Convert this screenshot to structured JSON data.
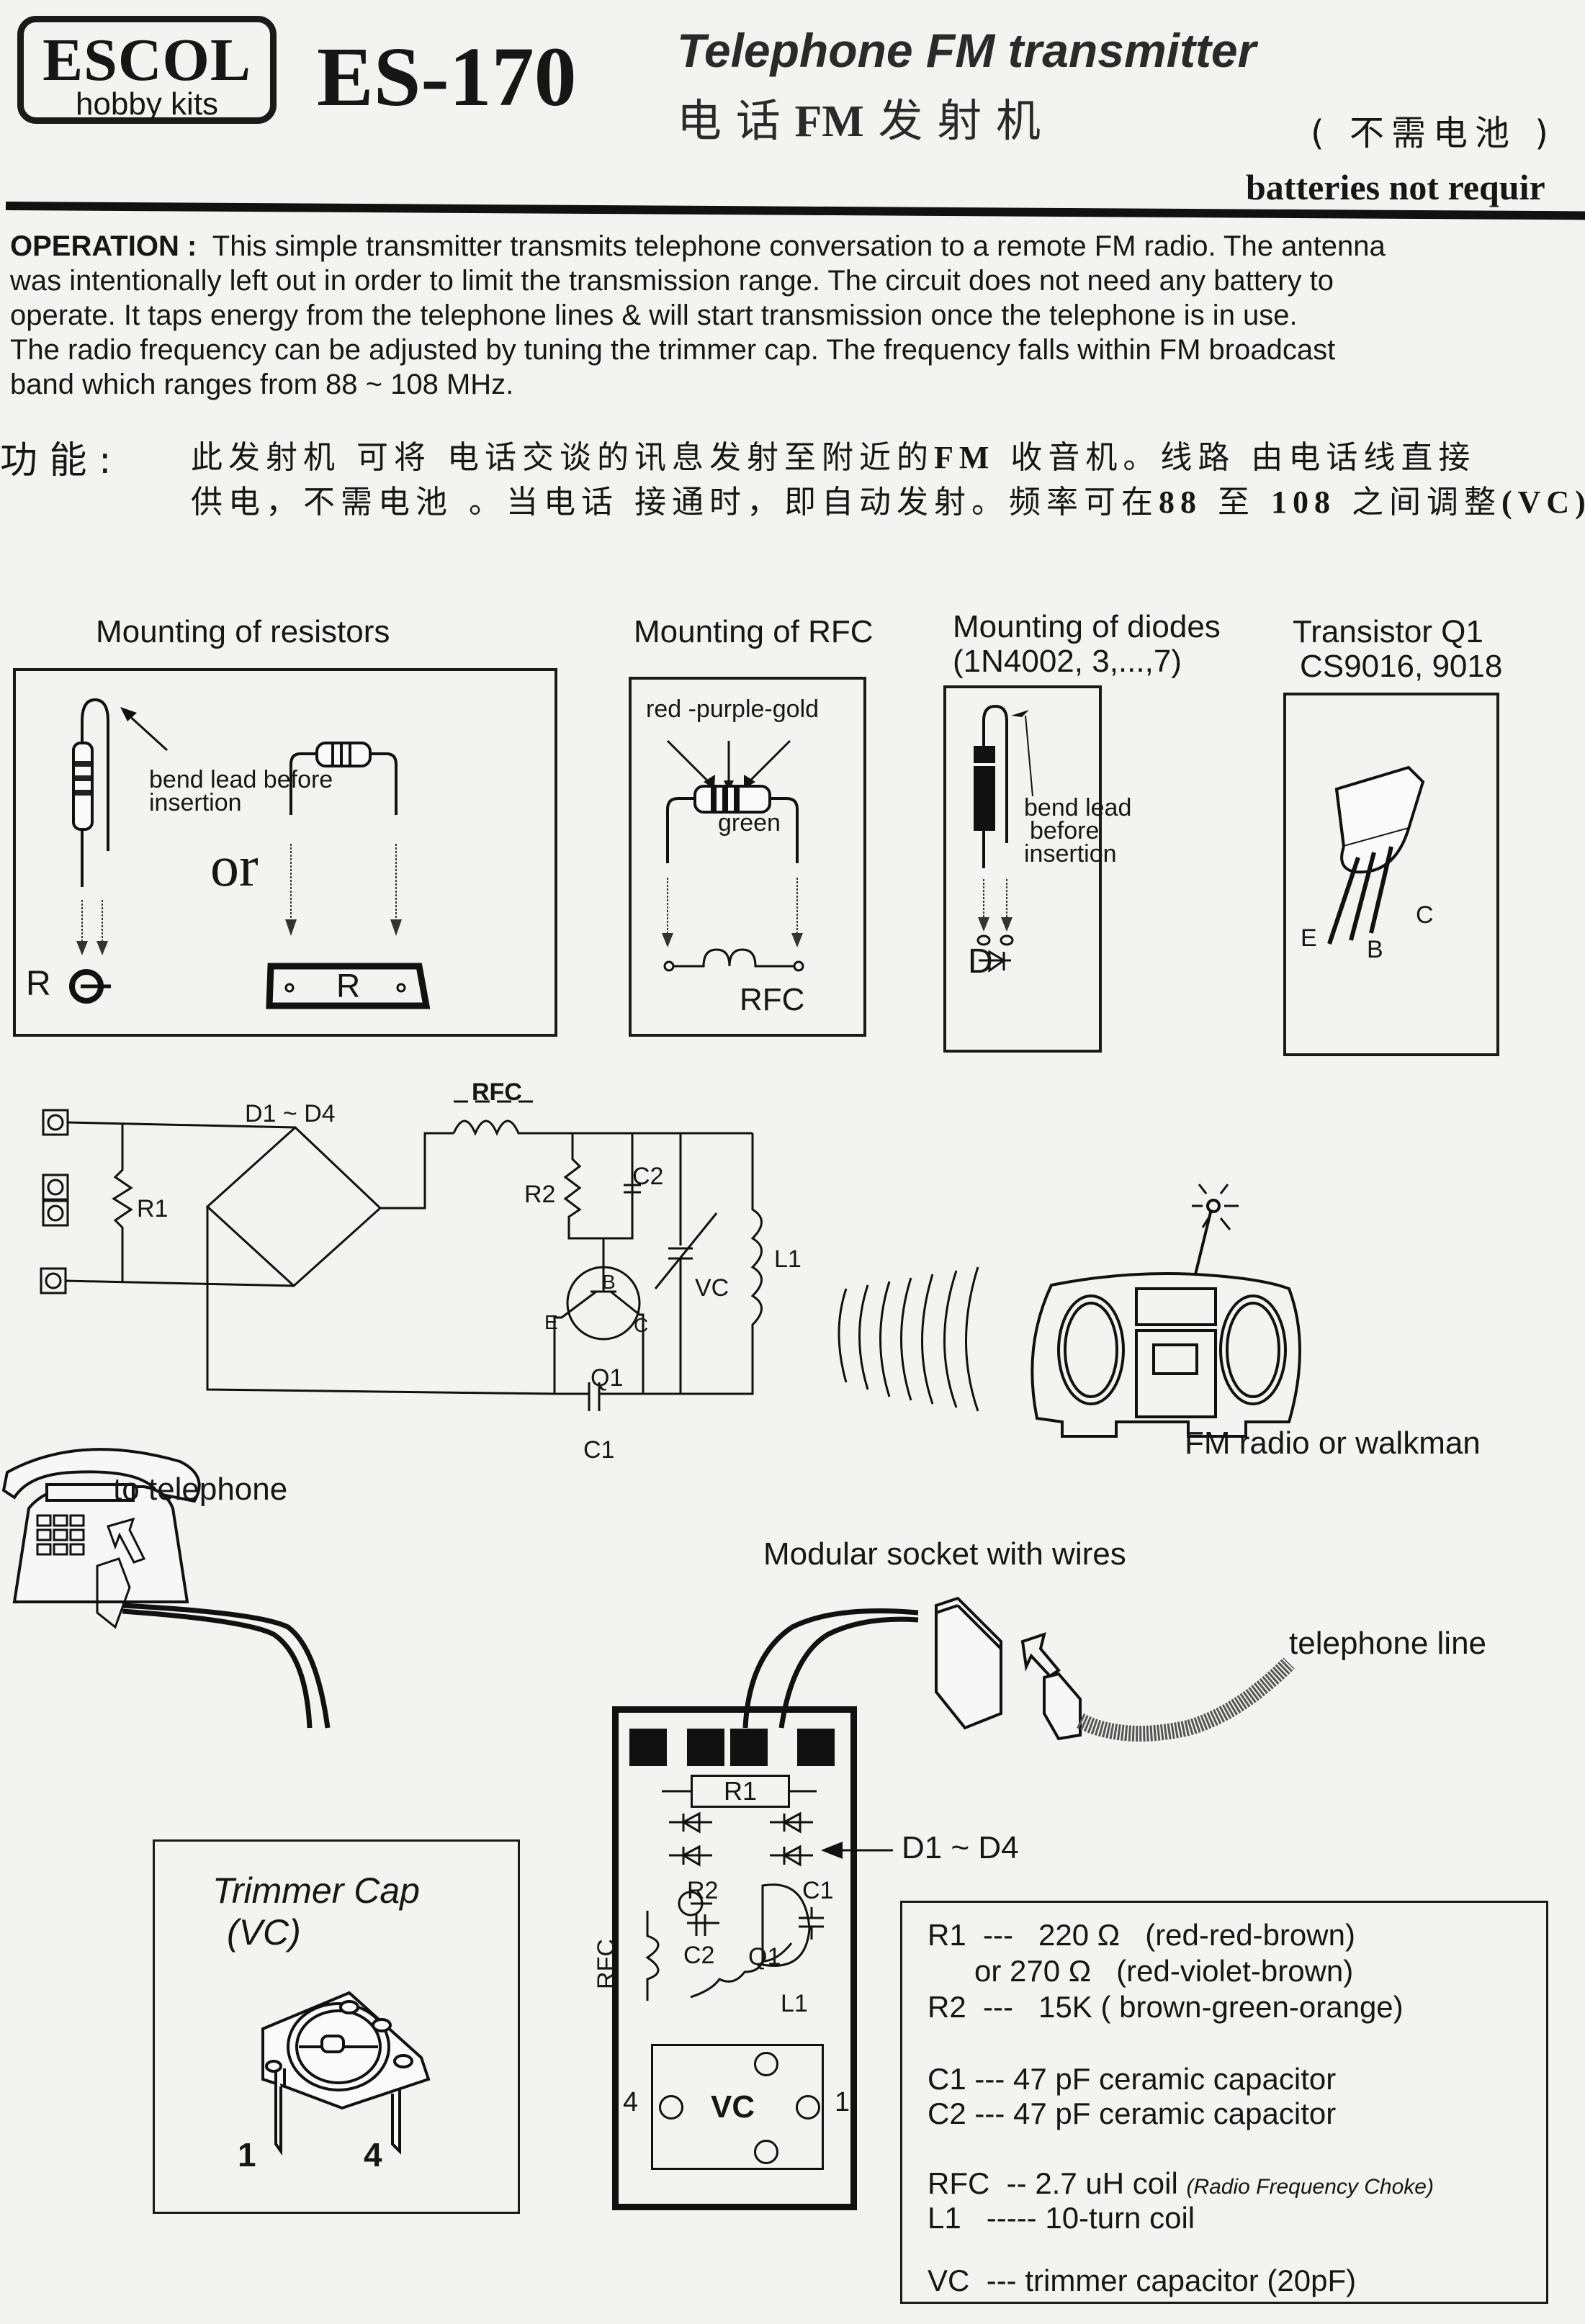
{
  "header": {
    "brand": "ESCOL",
    "brand_sub": "hobby kits",
    "model": "ES-170",
    "title_en": "Telephone FM transmitter",
    "title_cn_prefix": "电 话",
    "title_cn_fm": "FM",
    "title_cn_suffix": "发 射 机",
    "no_battery_cn": "( 不需电池 )",
    "no_battery_en": "batteries not requir"
  },
  "operation": {
    "label": "OPERATION :",
    "lines": [
      "This simple transmitter transmits telephone conversation to a remote FM radio. The antenna",
      "was  intentionally left out in order to limit the transmission range. The circuit does not need any battery to",
      "operate.  It taps energy from the telephone lines & will start  transmission once the telephone is in use.",
      "The radio frequency can be adjusted by tuning the trimmer cap. The frequency falls within FM broadcast",
      "band which ranges from 88 ~ 108 MHz."
    ]
  },
  "function_cn": {
    "label": "功 能 :",
    "line1_a": "此发射机 可将 电话交谈的讯息发射至附近的",
    "line1_fm": "FM",
    "line1_b": " 收音机。线路 由电话线直接",
    "line2_a": "供电，不需电池 。当电话 接通时，即自动发射。频率可在",
    "line2_b": "88",
    "line2_c": " 至 ",
    "line2_d": "108",
    "line2_e": " 之间调整",
    "line2_f": "(VC)."
  },
  "panels": {
    "resistors": {
      "title": "Mounting of resistors",
      "bend_note_1": "bend lead before",
      "bend_note_2": "insertion",
      "or": "or",
      "symbol_label": "R",
      "pcb_label": "R"
    },
    "rfc": {
      "title": "Mounting of RFC",
      "band_colors": "red -purple-gold",
      "body_color": "green",
      "label": "RFC"
    },
    "diodes": {
      "title": "Mounting of diodes",
      "subtitle": "(1N4002, 3,...,7)",
      "bend_note": [
        "bend lead",
        "before",
        "insertion"
      ],
      "label": "D"
    },
    "transistor": {
      "title": "Transistor Q1",
      "subtitle": "CS9016, 9018",
      "pins": [
        "E",
        "B",
        "C"
      ]
    }
  },
  "schematic": {
    "labels": {
      "diodes": "D1 ~ D4",
      "rfc": "RFC",
      "r1": "R1",
      "r2": "R2",
      "c1": "C1",
      "c2": "C2",
      "vc": "VC",
      "l1": "L1",
      "q1": "Q1",
      "base": "B",
      "emitter": "E",
      "collector": "C"
    }
  },
  "illustration": {
    "to_telephone": "to telephone",
    "modular_socket": "Modular socket with wires",
    "telephone_line": "telephone line",
    "fm_radio": "FM radio or walkman"
  },
  "pcb": {
    "r1": "R1",
    "d1_d4": "D1 ~ D4",
    "r2": "R2",
    "c1": "C1",
    "c2": "C2",
    "q1": "Q1",
    "l1": "L1",
    "rfc": "RFC",
    "vc": "VC",
    "pin_left": "4",
    "pin_right": "1"
  },
  "trimmer": {
    "title": "Trimmer Cap",
    "subtitle": "(VC)",
    "pin_left": "1",
    "pin_right": "4"
  },
  "parts_list": [
    {
      "ref": "R1",
      "sep": "---",
      "value": "220 Ω",
      "desc": "(red-red-brown)"
    },
    {
      "ref": "",
      "sep": "",
      "value": "or 270 Ω",
      "desc": "(red-violet-brown)"
    },
    {
      "ref": "R2",
      "sep": "---",
      "value": "15K",
      "desc": "( brown-green-orange)"
    },
    {
      "ref": "C1",
      "sep": "---",
      "value": "47 pF",
      "desc": "ceramic capacitor"
    },
    {
      "ref": "C2",
      "sep": "---",
      "value": "47 pF",
      "desc": "ceramic capacitor"
    },
    {
      "ref": "RFC",
      "sep": "--",
      "value": "2.7 uH",
      "desc": "coil",
      "note": "(Radio Frequency Choke)"
    },
    {
      "ref": "L1",
      "sep": "-----",
      "value": "10-turn",
      "desc": "coil"
    },
    {
      "ref": "VC",
      "sep": "---",
      "value": "trimmer",
      "desc": "capacitor (20pF)"
    }
  ]
}
